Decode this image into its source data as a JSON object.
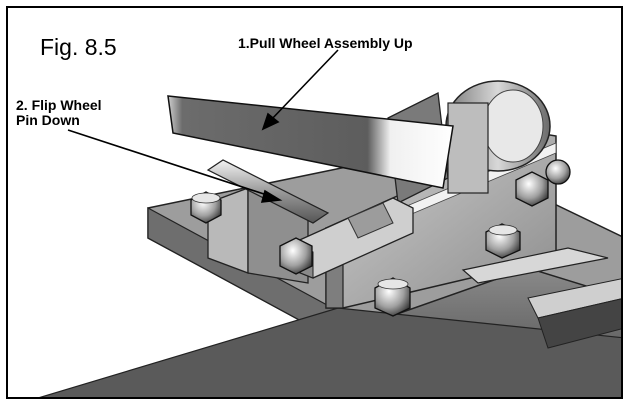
{
  "figure": {
    "label": "Fig. 8.5",
    "callouts": [
      {
        "text": "1.Pull Wheel Assembly Up"
      },
      {
        "line1": "2. Flip Wheel",
        "line2": "Pin  Down"
      }
    ]
  }
}
